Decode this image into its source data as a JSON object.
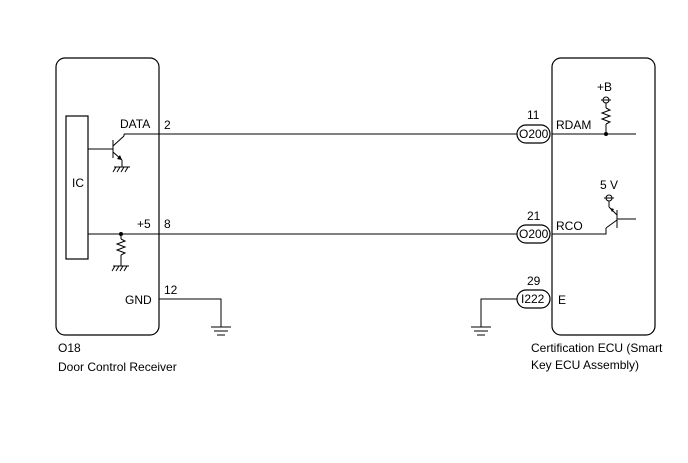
{
  "left_component": {
    "code": "O18",
    "name": "Door Control Receiver",
    "ic_label": "IC",
    "pins": [
      {
        "label": "DATA",
        "number": "2"
      },
      {
        "label": "+5",
        "number": "8"
      },
      {
        "label": "GND",
        "number": "12"
      }
    ]
  },
  "right_component": {
    "name_line1": "Certification ECU (Smart",
    "name_line2": "Key ECU Assembly)",
    "supplies": [
      "+B",
      "5 V"
    ],
    "pins": [
      {
        "label": "RDAM",
        "number": "11",
        "connector": "O200"
      },
      {
        "label": "RCO",
        "number": "21",
        "connector": "O200"
      },
      {
        "label": "E",
        "number": "29",
        "connector": "I222"
      }
    ]
  }
}
